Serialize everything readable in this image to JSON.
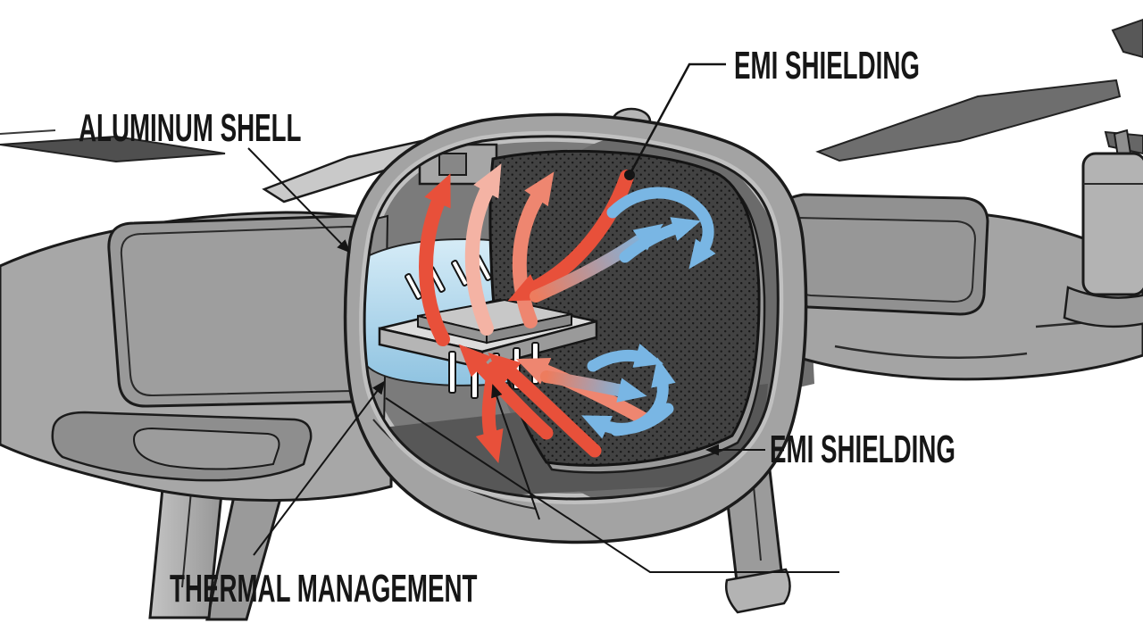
{
  "figure": {
    "type": "technical-cutaway-diagram",
    "subject": "Quadcopter drone cutaway showing internal EMI shielding, aluminum shell and thermal management"
  },
  "labels": {
    "emi_shielding_top": {
      "text": "EMI SHIELDING"
    },
    "aluminum_shell": {
      "text": "ALUMINUM SHELL"
    },
    "emi_shielding_right": {
      "text": "EMI SHIELDING"
    },
    "thermal_management": {
      "text": "THERMAL MANAGEMENT"
    }
  },
  "colors": {
    "background": "#ffffff",
    "label_text": "#161616",
    "outline": "#1b1b1b",
    "body_gray": "#a3a3a3",
    "panel_gray": "#999999",
    "interior_gray": "#7b7b7b",
    "shield_dark": "#424242",
    "cold_plate_blue": "#b9dcec",
    "heat_red": "#e8503a",
    "heat_pink": "#f4b3a4",
    "emi_blue": "#79b6e4",
    "propeller_dark": "#5a5a5a"
  },
  "parts": [
    "drone-body-shell",
    "cutaway-opening",
    "emi-shield-panel",
    "processor-chip",
    "cold-plate",
    "heat-flow-arrows",
    "emi-flow-arrows",
    "left-arm",
    "right-arm",
    "propellers",
    "motor",
    "landing-legs",
    "gps-dome"
  ]
}
